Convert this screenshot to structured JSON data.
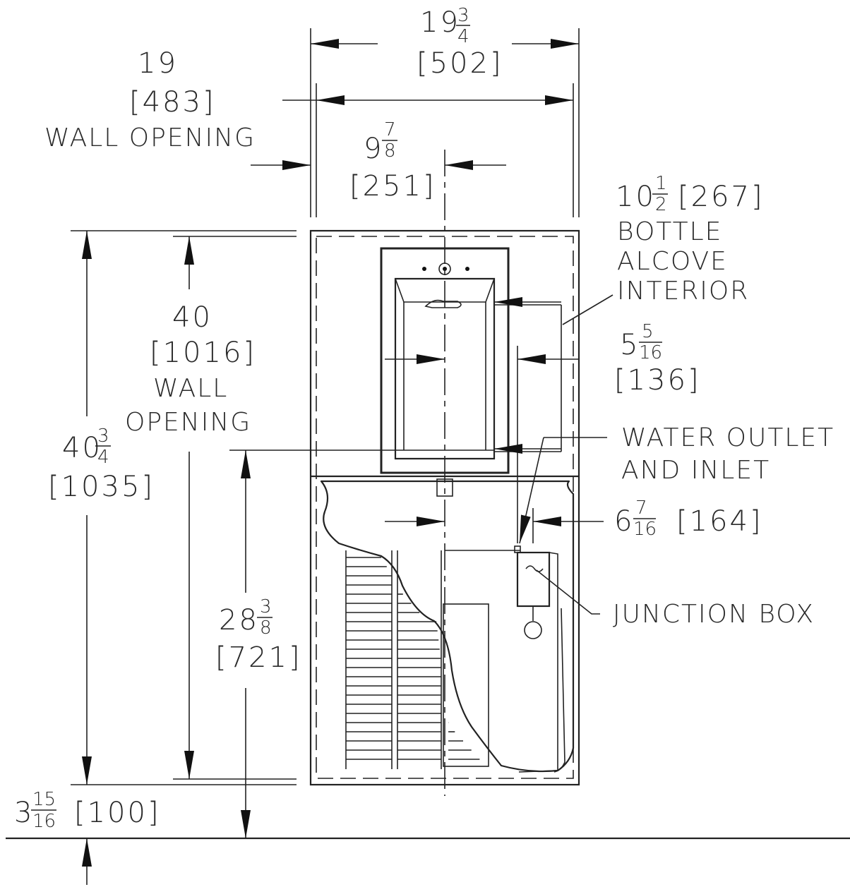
{
  "dimensions": {
    "overall_width": {
      "whole": "19",
      "num": "3",
      "den": "4",
      "metric": "[502]"
    },
    "wall_opening_width": {
      "value": "19",
      "metric": "[483]",
      "label": "WALL OPENING"
    },
    "centerline_offset": {
      "whole": "9",
      "num": "7",
      "den": "8",
      "metric": "[251]"
    },
    "alcove_height": {
      "whole": "10",
      "num": "1",
      "den": "2",
      "metric": "[267]",
      "label_lines": [
        "BOTTLE",
        "ALCOVE",
        "INTERIOR"
      ]
    },
    "alcove_depth": {
      "whole": "5",
      "num": "5",
      "den": "16",
      "metric": "[136]"
    },
    "wall_opening_height": {
      "value": "40",
      "metric": "[1016]",
      "label_lines": [
        "WALL",
        "OPENING"
      ]
    },
    "overall_height": {
      "whole": "40",
      "num": "3",
      "den": "4",
      "metric": "[1035]"
    },
    "floor_to_outlet": {
      "whole": "28",
      "num": "3",
      "den": "8",
      "metric": "[721]"
    },
    "outlet_offset": {
      "whole": "6",
      "num": "7",
      "den": "16",
      "metric": "[164]"
    },
    "floor_clearance": {
      "whole": "3",
      "num": "15",
      "den": "16",
      "metric": "[100]"
    }
  },
  "callouts": {
    "water": [
      "WATER  OUTLET",
      "AND  INLET"
    ],
    "junction": "JUNCTION  BOX"
  }
}
